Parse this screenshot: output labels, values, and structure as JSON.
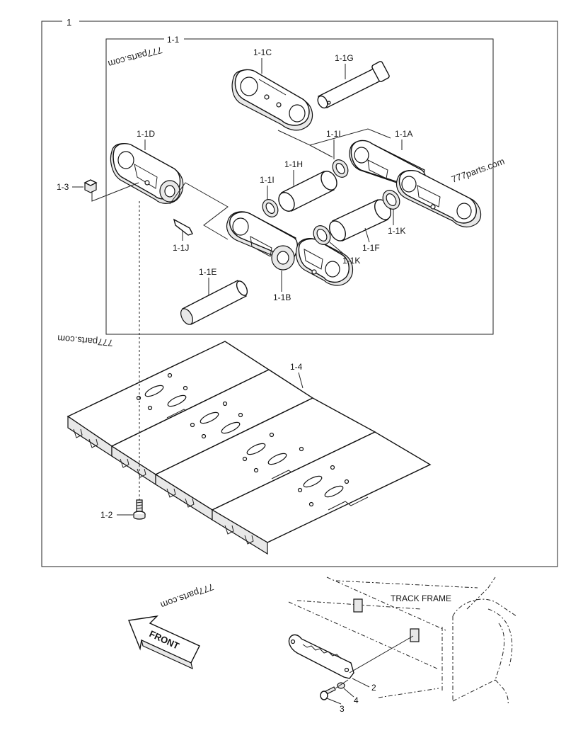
{
  "callouts": {
    "assembly": "1",
    "sub_assembly": "1-1",
    "link_c": "1-1C",
    "pin_g": "1-1G",
    "link_d": "1-1D",
    "link_a": "1-1A",
    "seal_i_top": "1-1I",
    "seal_i_left": "1-1I",
    "bushing_h": "1-1H",
    "nut_3": "1-3",
    "pin_j": "1-1J",
    "seal_k_right": "1-1K",
    "seal_k_mid": "1-1K",
    "bushing_f": "1-1F",
    "pin_e": "1-1E",
    "link_b": "1-1B",
    "shoe_4": "1-4",
    "bolt_2": "1-2",
    "guard_2": "2",
    "bolt_3": "3",
    "washer_4": "4"
  },
  "labels": {
    "track_frame": "TRACK FRAME",
    "front_arrow": "FRONT"
  },
  "watermarks": {
    "top": "777parts.com",
    "right": "777parts.com",
    "left": "777parts.com",
    "bottom": "777parts.com"
  }
}
